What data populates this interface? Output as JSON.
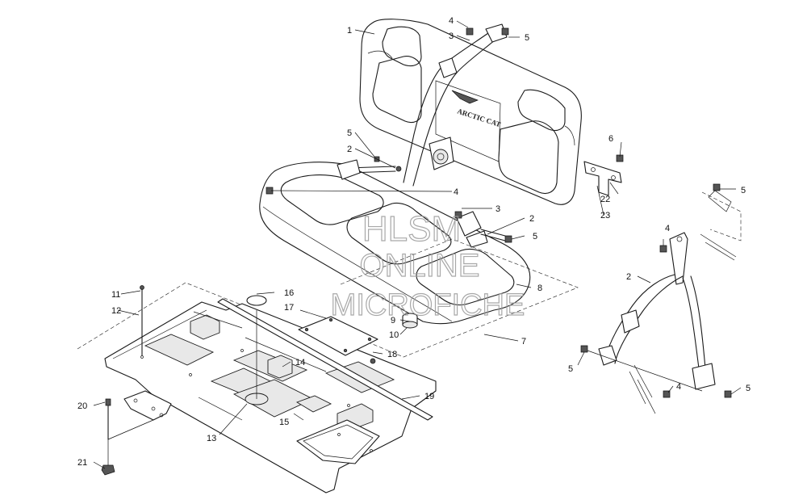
{
  "watermark": {
    "line1": "HLSM",
    "line2": "ONLINE",
    "line3": "MICROFICHE"
  },
  "logo_text": "ARCTIC CAT",
  "callouts": {
    "c1": "1",
    "c2a": "2",
    "c2b": "2",
    "c2c": "2",
    "c3a": "3",
    "c3b": "3",
    "c4a": "4",
    "c4b": "4",
    "c4c": "4",
    "c4d": "4",
    "c5a": "5",
    "c5b": "5",
    "c5c": "5",
    "c5d": "5",
    "c5e": "5",
    "c5f": "5",
    "c6": "6",
    "c7": "7",
    "c8": "8",
    "c9": "9",
    "c10": "10",
    "c11": "11",
    "c12": "12",
    "c13": "13",
    "c14": "14",
    "c15": "15",
    "c16": "16",
    "c17": "17",
    "c18": "18",
    "c19": "19",
    "c20": "20",
    "c21": "21",
    "c22": "22",
    "c23": "23"
  }
}
